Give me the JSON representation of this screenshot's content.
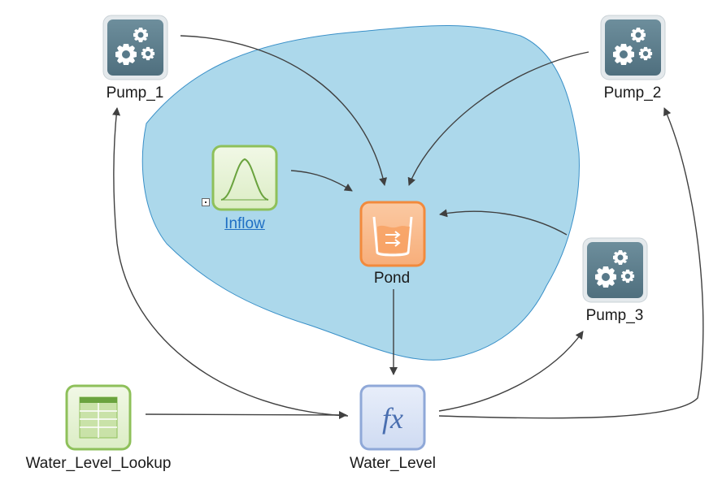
{
  "nodes": {
    "pump_1": {
      "label": "Pump_1",
      "icon": "gears-icon",
      "color": "#587a8a"
    },
    "pump_2": {
      "label": "Pump_2",
      "icon": "gears-icon",
      "color": "#587a8a"
    },
    "pump_3": {
      "label": "Pump_3",
      "icon": "gears-icon",
      "color": "#587a8a"
    },
    "inflow": {
      "label": "Inflow",
      "icon": "bell-curve-icon",
      "color": "#8ec05a"
    },
    "pond": {
      "label": "Pond",
      "icon": "reservoir-icon",
      "color": "#f28a3c"
    },
    "water_level": {
      "label": "Water_Level",
      "icon": "function-fx-icon",
      "color": "#8fa8d8"
    },
    "water_level_lookup": {
      "label": "Water_Level_Lookup",
      "icon": "lookup-table-icon",
      "color": "#8ec05a"
    }
  },
  "container": {
    "fill": "#acd8eb",
    "stroke": "#3a90c8"
  },
  "arrows": [
    {
      "from": "pump_1",
      "to": "pond"
    },
    {
      "from": "pump_2",
      "to": "pond"
    },
    {
      "from": "pump_3",
      "to": "pond"
    },
    {
      "from": "inflow",
      "to": "pond"
    },
    {
      "from": "pond",
      "to": "water_level"
    },
    {
      "from": "water_level_lookup",
      "to": "water_level"
    },
    {
      "from": "water_level",
      "to": "pump_1"
    },
    {
      "from": "water_level",
      "to": "pump_2"
    },
    {
      "from": "water_level",
      "to": "pump_3"
    }
  ]
}
